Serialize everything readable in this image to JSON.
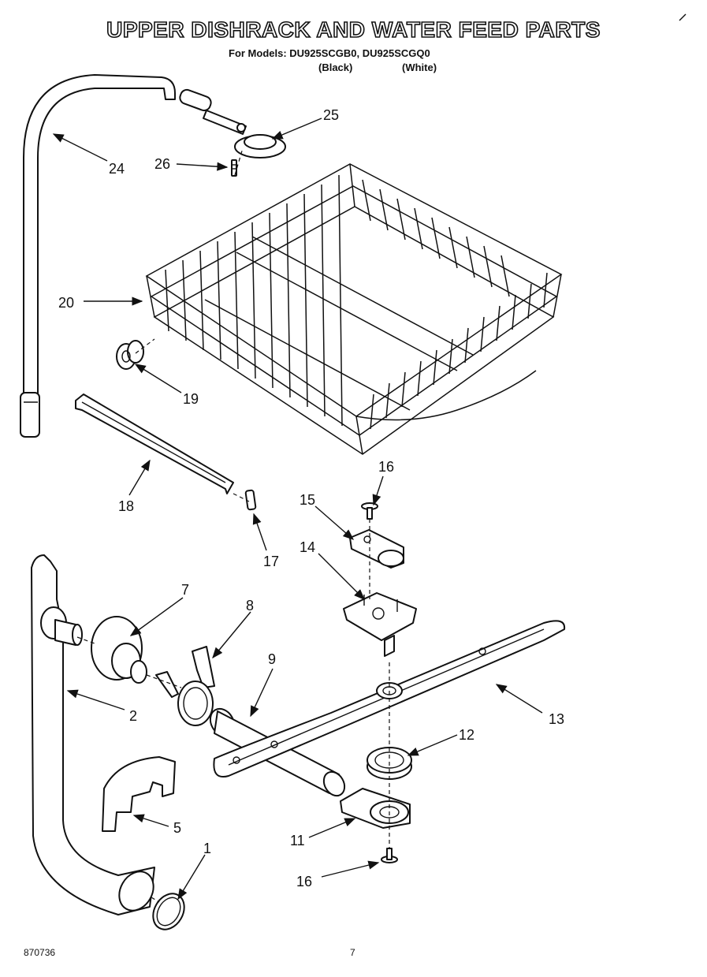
{
  "header": {
    "title": "UPPER DISHRACK AND WATER FEED PARTS",
    "models_line": "For Models: DU925SCGB0, DU925SCGQ0",
    "variant_black": "(Black)",
    "variant_white": "(White)"
  },
  "footer": {
    "doc_number": "870736",
    "page_number": "7"
  },
  "callouts": {
    "c1": "1",
    "c2": "2",
    "c5": "5",
    "c7": "7",
    "c8": "8",
    "c9": "9",
    "c11": "11",
    "c12": "12",
    "c13": "13",
    "c14": "14",
    "c15": "15",
    "c16a": "16",
    "c16b": "16",
    "c17": "17",
    "c18": "18",
    "c19": "19",
    "c20": "20",
    "c24": "24",
    "c25": "25",
    "c26": "26"
  }
}
